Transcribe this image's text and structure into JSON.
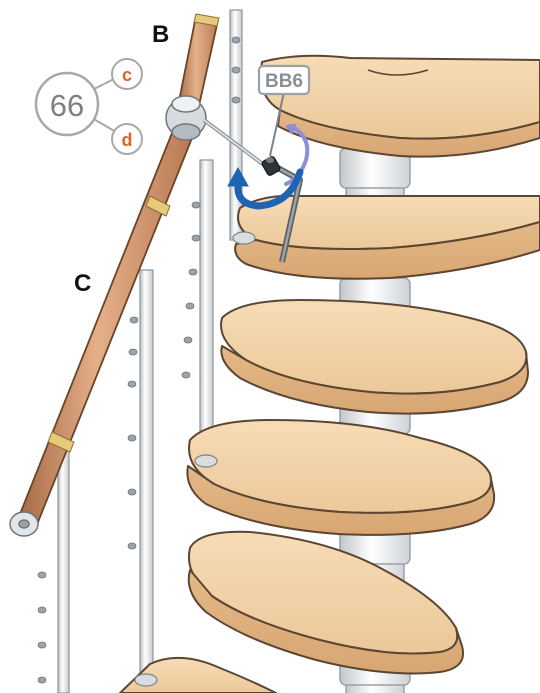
{
  "figure": {
    "step_number": "66",
    "sub_steps": [
      "c",
      "d"
    ],
    "part_labels": {
      "handrail_section_b": "B",
      "handrail_section_c": "C"
    },
    "callout": {
      "text": "BB6"
    },
    "colors": {
      "step_circle": "#a8a8a8",
      "sub_step_circle": "#e0642a",
      "rotation_arrow_front": "#1f64b4",
      "rotation_arrow_back": "#8d8fd6",
      "tread_wood": "#f0cfa4",
      "handrail_wood": "#cd9367",
      "metal": "#cfd4d8"
    },
    "icons": [
      "rotation-arrow-icon",
      "hex-key-icon",
      "bolt-icon"
    ]
  }
}
